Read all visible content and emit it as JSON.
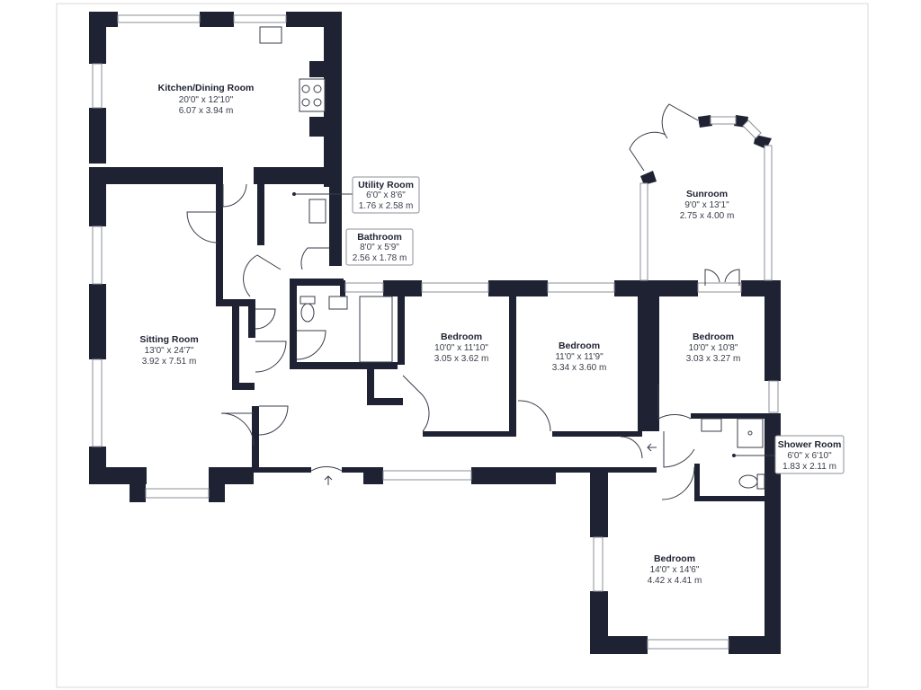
{
  "colors": {
    "wall": "#1f2233",
    "window": "#8c8f99",
    "background": "#ffffff"
  },
  "rooms": [
    {
      "id": "kitchen",
      "name": "Kitchen/Dining Room",
      "imperial": "20'0\" x 12'10\"",
      "metric": "6.07 x 3.94 m"
    },
    {
      "id": "sitting",
      "name": "Sitting Room",
      "imperial": "13'0\" x 24'7\"",
      "metric": "3.92 x 7.51 m"
    },
    {
      "id": "utility",
      "name": "Utility Room",
      "imperial": "6'0\" x 8'6\"",
      "metric": "1.76 x 2.58 m"
    },
    {
      "id": "bathroom",
      "name": "Bathroom",
      "imperial": "8'0\" x 5'9\"",
      "metric": "2.56 x 1.78 m"
    },
    {
      "id": "sunroom",
      "name": "Sunroom",
      "imperial": "9'0\" x 13'1\"",
      "metric": "2.75 x 4.00 m"
    },
    {
      "id": "bedroom1",
      "name": "Bedroom",
      "imperial": "10'0\" x 11'10\"",
      "metric": "3.05 x 3.62 m"
    },
    {
      "id": "bedroom2",
      "name": "Bedroom",
      "imperial": "11'0\" x 11'9\"",
      "metric": "3.34 x 3.60 m"
    },
    {
      "id": "bedroom3",
      "name": "Bedroom",
      "imperial": "10'0\" x 10'8\"",
      "metric": "3.03 x 3.27 m"
    },
    {
      "id": "shower",
      "name": "Shower Room",
      "imperial": "6'0\" x 6'10\"",
      "metric": "1.83 x 2.11 m"
    },
    {
      "id": "bedroom4",
      "name": "Bedroom",
      "imperial": "14'0\" x 14'6\"",
      "metric": "4.42 x 4.41 m"
    }
  ],
  "icons": {
    "entrance": "entrance-arrow-icon",
    "hob": "hob-icon",
    "sink": "sink-icon",
    "toilet": "toilet-icon",
    "bath": "bath-icon",
    "shower": "shower-tray-icon"
  }
}
